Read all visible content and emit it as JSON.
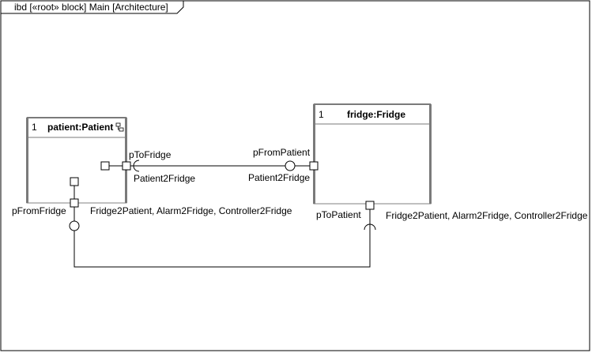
{
  "frame": {
    "title": "ibd [«root» block] Main [Architecture]"
  },
  "blocks": {
    "patient": {
      "multiplicity": "1",
      "name": "patient:Patient"
    },
    "fridge": {
      "multiplicity": "1",
      "name": "fridge:Fridge"
    }
  },
  "ports": {
    "p_to_fridge": "pToFridge",
    "p_from_patient": "pFromPatient",
    "p_from_fridge": "pFromFridge",
    "p_to_patient": "pToPatient"
  },
  "interfaces": {
    "patient_required": "Patient2Fridge",
    "fridge_provided": "Patient2Fridge",
    "patient_bottom": "Fridge2Patient, Alarm2Fridge, Controller2Fridge",
    "fridge_bottom": "Fridge2Patient, Alarm2Fridge, Controller2Fridge"
  },
  "icons": {
    "decomposition": "decomposition-icon"
  }
}
